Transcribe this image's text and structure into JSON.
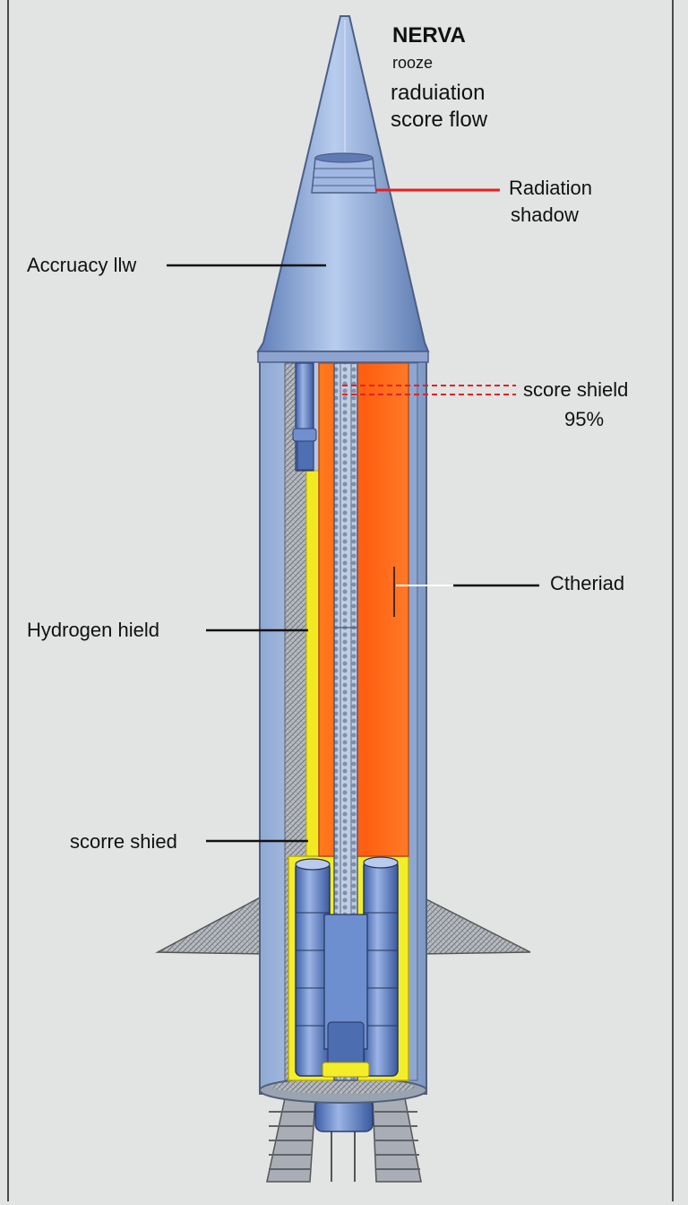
{
  "title": {
    "main": "NERVA",
    "line2": "rooze",
    "line3": "raduiation",
    "line4": "score flow"
  },
  "labels": {
    "radiation_shadow_1": "Radiation",
    "radiation_shadow_2": "shadow",
    "accuracy": "Accruacy llw",
    "score_shield_1": "score shield",
    "score_shield_2": "95%",
    "ctheriad": "Ctheriad",
    "hydrogen": "Hydrogen hield",
    "scorre": "scorre shied"
  },
  "colors": {
    "background": "#e2e3e3",
    "metal_blue": "#7a9bd3",
    "core_orange": "#ff6a1a",
    "shield_yellow": "#f4ee2a",
    "leader_red": "#e52020"
  }
}
